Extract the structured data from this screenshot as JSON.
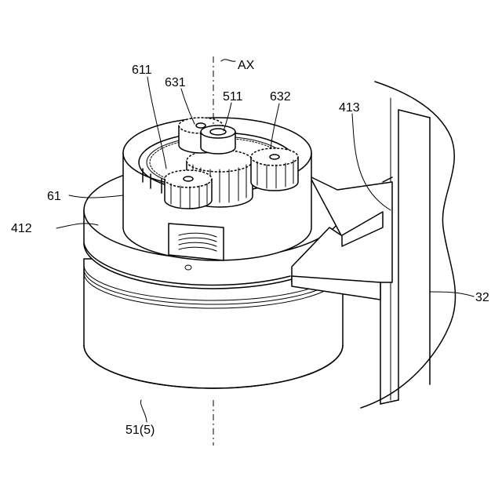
{
  "labels": {
    "ax": "AX",
    "l611": "611",
    "l631": "631",
    "l511": "511",
    "l632": "632",
    "l413": "413",
    "l61": "61",
    "l412": "412",
    "l32": "32",
    "l51": "51(5)"
  }
}
